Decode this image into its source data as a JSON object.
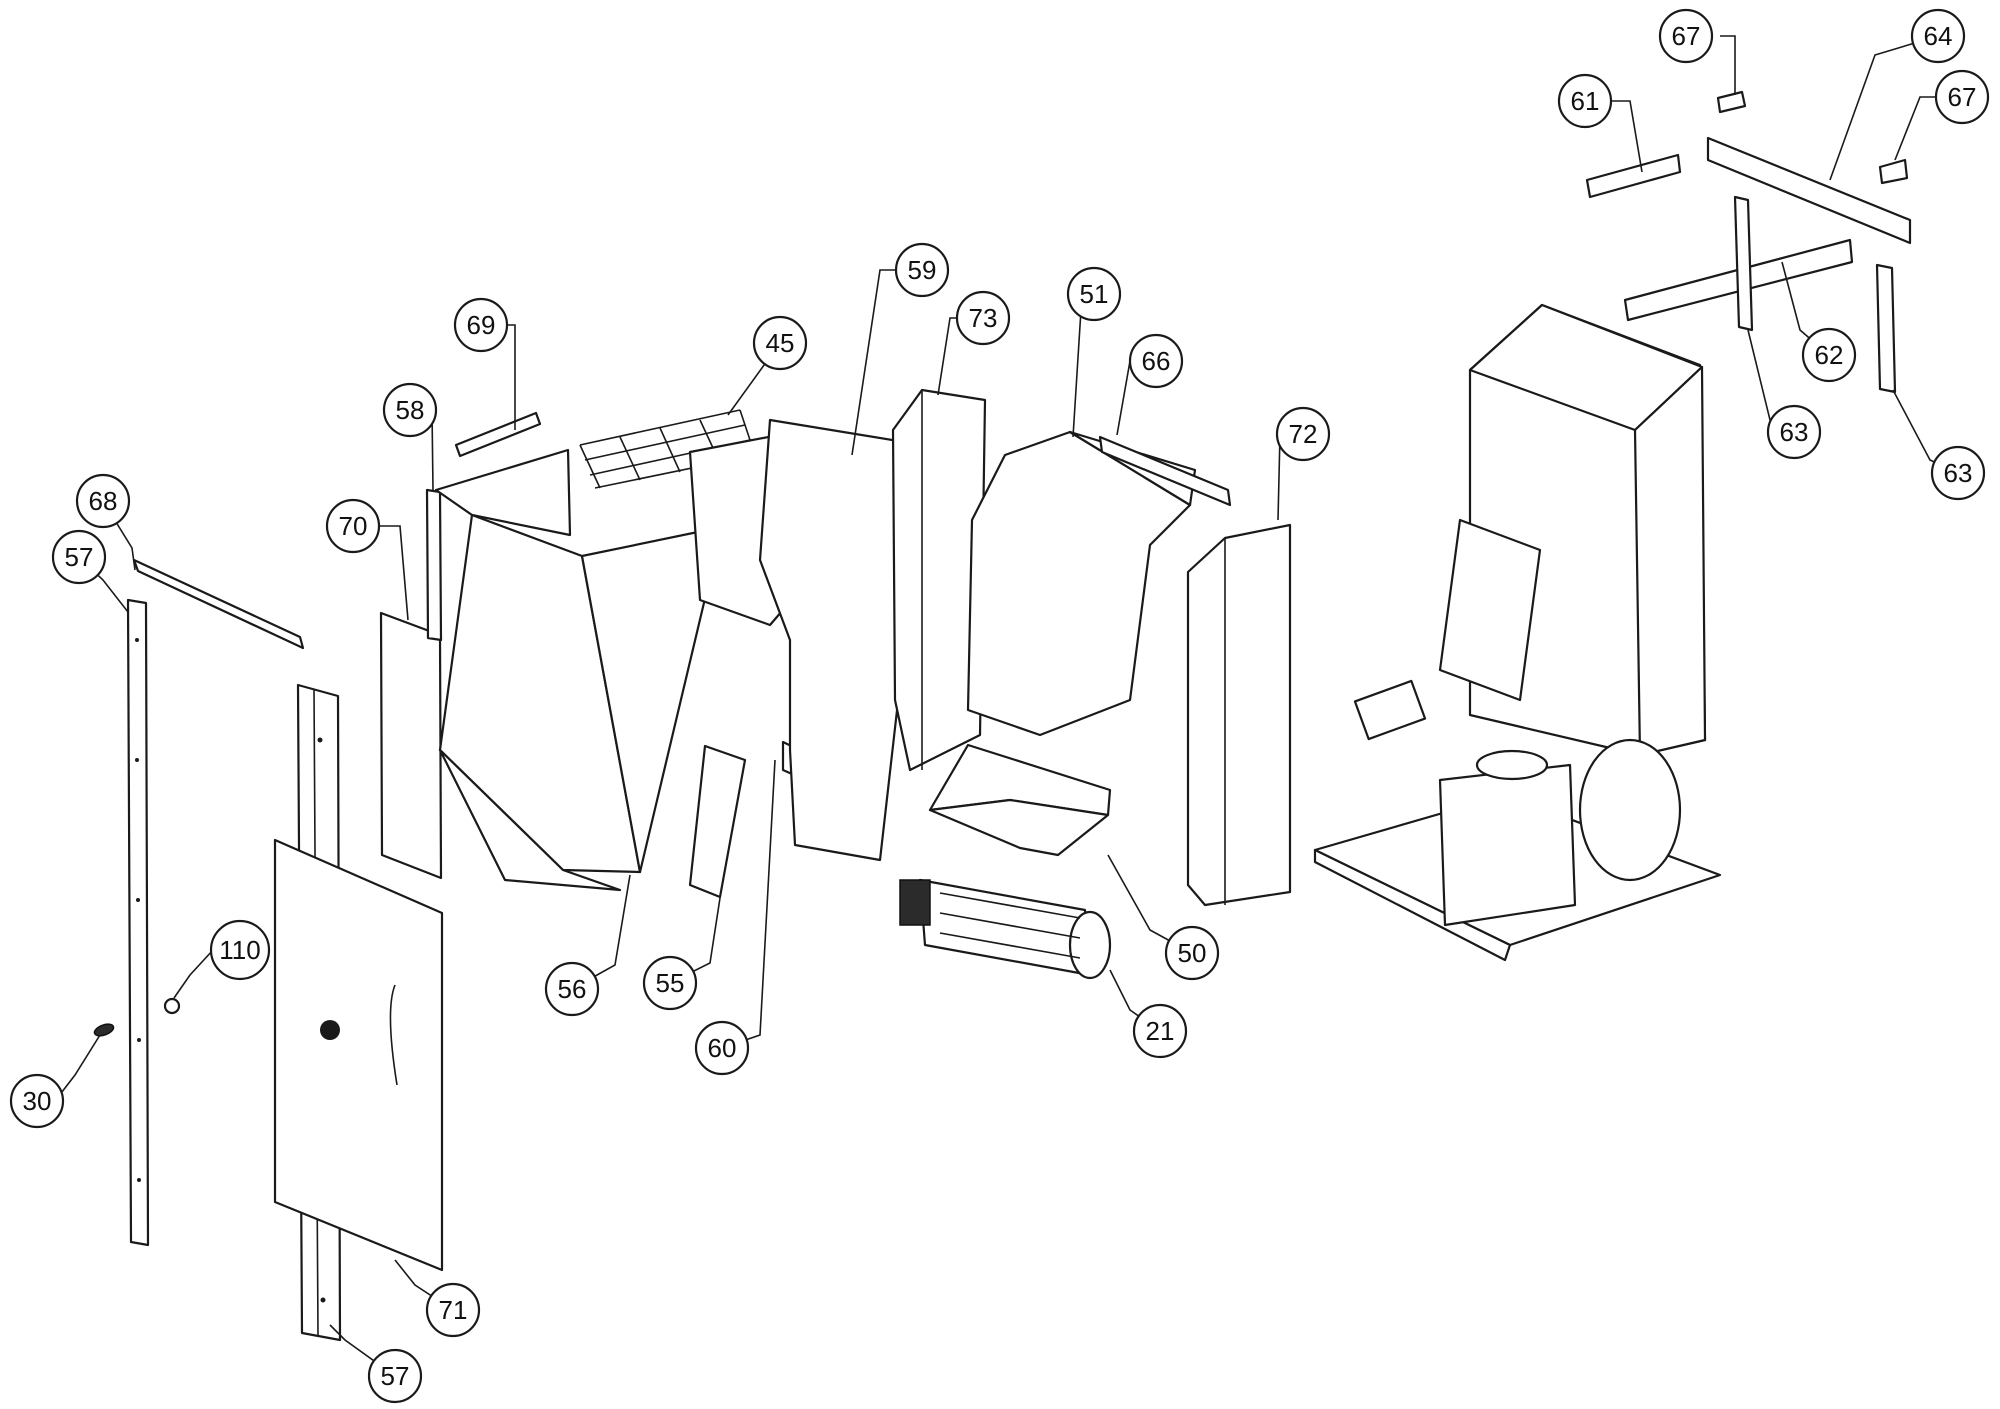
{
  "callouts": [
    {
      "id": "c30",
      "label": "30"
    },
    {
      "id": "c57a",
      "label": "57"
    },
    {
      "id": "c68",
      "label": "68"
    },
    {
      "id": "c110",
      "label": "110"
    },
    {
      "id": "c57b",
      "label": "57"
    },
    {
      "id": "c71",
      "label": "71"
    },
    {
      "id": "c70",
      "label": "70"
    },
    {
      "id": "c58",
      "label": "58"
    },
    {
      "id": "c69",
      "label": "69"
    },
    {
      "id": "c45",
      "label": "45"
    },
    {
      "id": "c56",
      "label": "56"
    },
    {
      "id": "c55",
      "label": "55"
    },
    {
      "id": "c60",
      "label": "60"
    },
    {
      "id": "c59",
      "label": "59"
    },
    {
      "id": "c73",
      "label": "73"
    },
    {
      "id": "c51",
      "label": "51"
    },
    {
      "id": "c66",
      "label": "66"
    },
    {
      "id": "c50",
      "label": "50"
    },
    {
      "id": "c21",
      "label": "21"
    },
    {
      "id": "c72",
      "label": "72"
    },
    {
      "id": "c61",
      "label": "61"
    },
    {
      "id": "c67a",
      "label": "67"
    },
    {
      "id": "c64",
      "label": "64"
    },
    {
      "id": "c67b",
      "label": "67"
    },
    {
      "id": "c62",
      "label": "62"
    },
    {
      "id": "c63a",
      "label": "63"
    },
    {
      "id": "c63b",
      "label": "63"
    }
  ]
}
